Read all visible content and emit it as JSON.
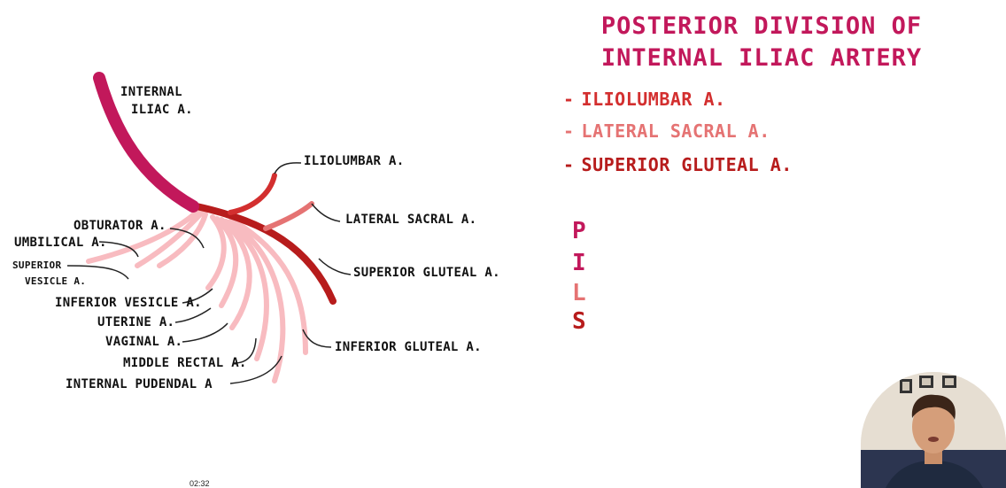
{
  "title": {
    "line1": "POSTERIOR DIVISION OF",
    "line2": "INTERNAL ILIAC ARTERY"
  },
  "branches_list": [
    {
      "text": "ILIOLUMBAR A.",
      "color": "#d32f2f"
    },
    {
      "text": "LATERAL SACRAL A.",
      "color": "#e57373"
    },
    {
      "text": "SUPERIOR GLUTEAL A.",
      "color": "#b71c1c"
    }
  ],
  "mnemonic": [
    {
      "letter": "P",
      "color": "#c2185b"
    },
    {
      "letter": "I",
      "color": "#c2185b"
    },
    {
      "letter": "L",
      "color": "#e57373"
    },
    {
      "letter": "S",
      "color": "#b71c1c"
    }
  ],
  "diagram_labels": {
    "internal_iliac_1": "INTERNAL",
    "internal_iliac_2": "ILIAC A.",
    "iliolumbar": "ILIOLUMBAR A.",
    "lateral_sacral": "LATERAL SACRAL A.",
    "superior_gluteal": "SUPERIOR GLUTEAL A.",
    "inferior_gluteal": "INFERIOR GLUTEAL A.",
    "obturator": "OBTURATOR A.",
    "umbilical": "UMBILICAL A.",
    "superior_vesicle_1": "SUPERIOR",
    "superior_vesicle_2": "VESICLE A.",
    "inferior_vesicle": "INFERIOR VESICLE A.",
    "uterine": "UTERINE A.",
    "vaginal": "VAGINAL A.",
    "middle_rectal": "MIDDLE RECTAL A.",
    "internal_pudendal": "INTERNAL PUDENDAL A"
  },
  "colors": {
    "main_artery": "#c2185b",
    "iliolumbar": "#d32f2f",
    "lateral_sacral": "#e57373",
    "superior_gluteal": "#b71c1c",
    "anterior_branches": "#f8bbc0"
  },
  "video": {
    "timestamp": "02:32"
  }
}
